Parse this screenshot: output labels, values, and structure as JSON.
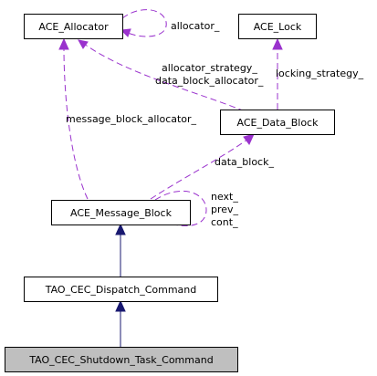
{
  "diagram": {
    "nodes": {
      "ace_allocator": "ACE_Allocator",
      "ace_lock": "ACE_Lock",
      "ace_data_block": "ACE_Data_Block",
      "ace_message_block": "ACE_Message_Block",
      "tao_cec_dispatch_command": "TAO_CEC_Dispatch_Command",
      "tao_cec_shutdown_task_command": "TAO_CEC_Shutdown_Task_Command"
    },
    "edge_labels": {
      "allocator_self": "allocator_",
      "allocator_strategy": "allocator_strategy_",
      "data_block_allocator": "data_block_allocator_",
      "locking_strategy": "locking_strategy_",
      "message_block_allocator": "message_block_allocator_",
      "data_block": "data_block_",
      "next": "next_",
      "prev": "prev_",
      "cont": "cont_"
    },
    "colors": {
      "inheritance": "#191970",
      "usage": "#9a32cd",
      "highlight_fill": "#bfbfbf"
    }
  }
}
